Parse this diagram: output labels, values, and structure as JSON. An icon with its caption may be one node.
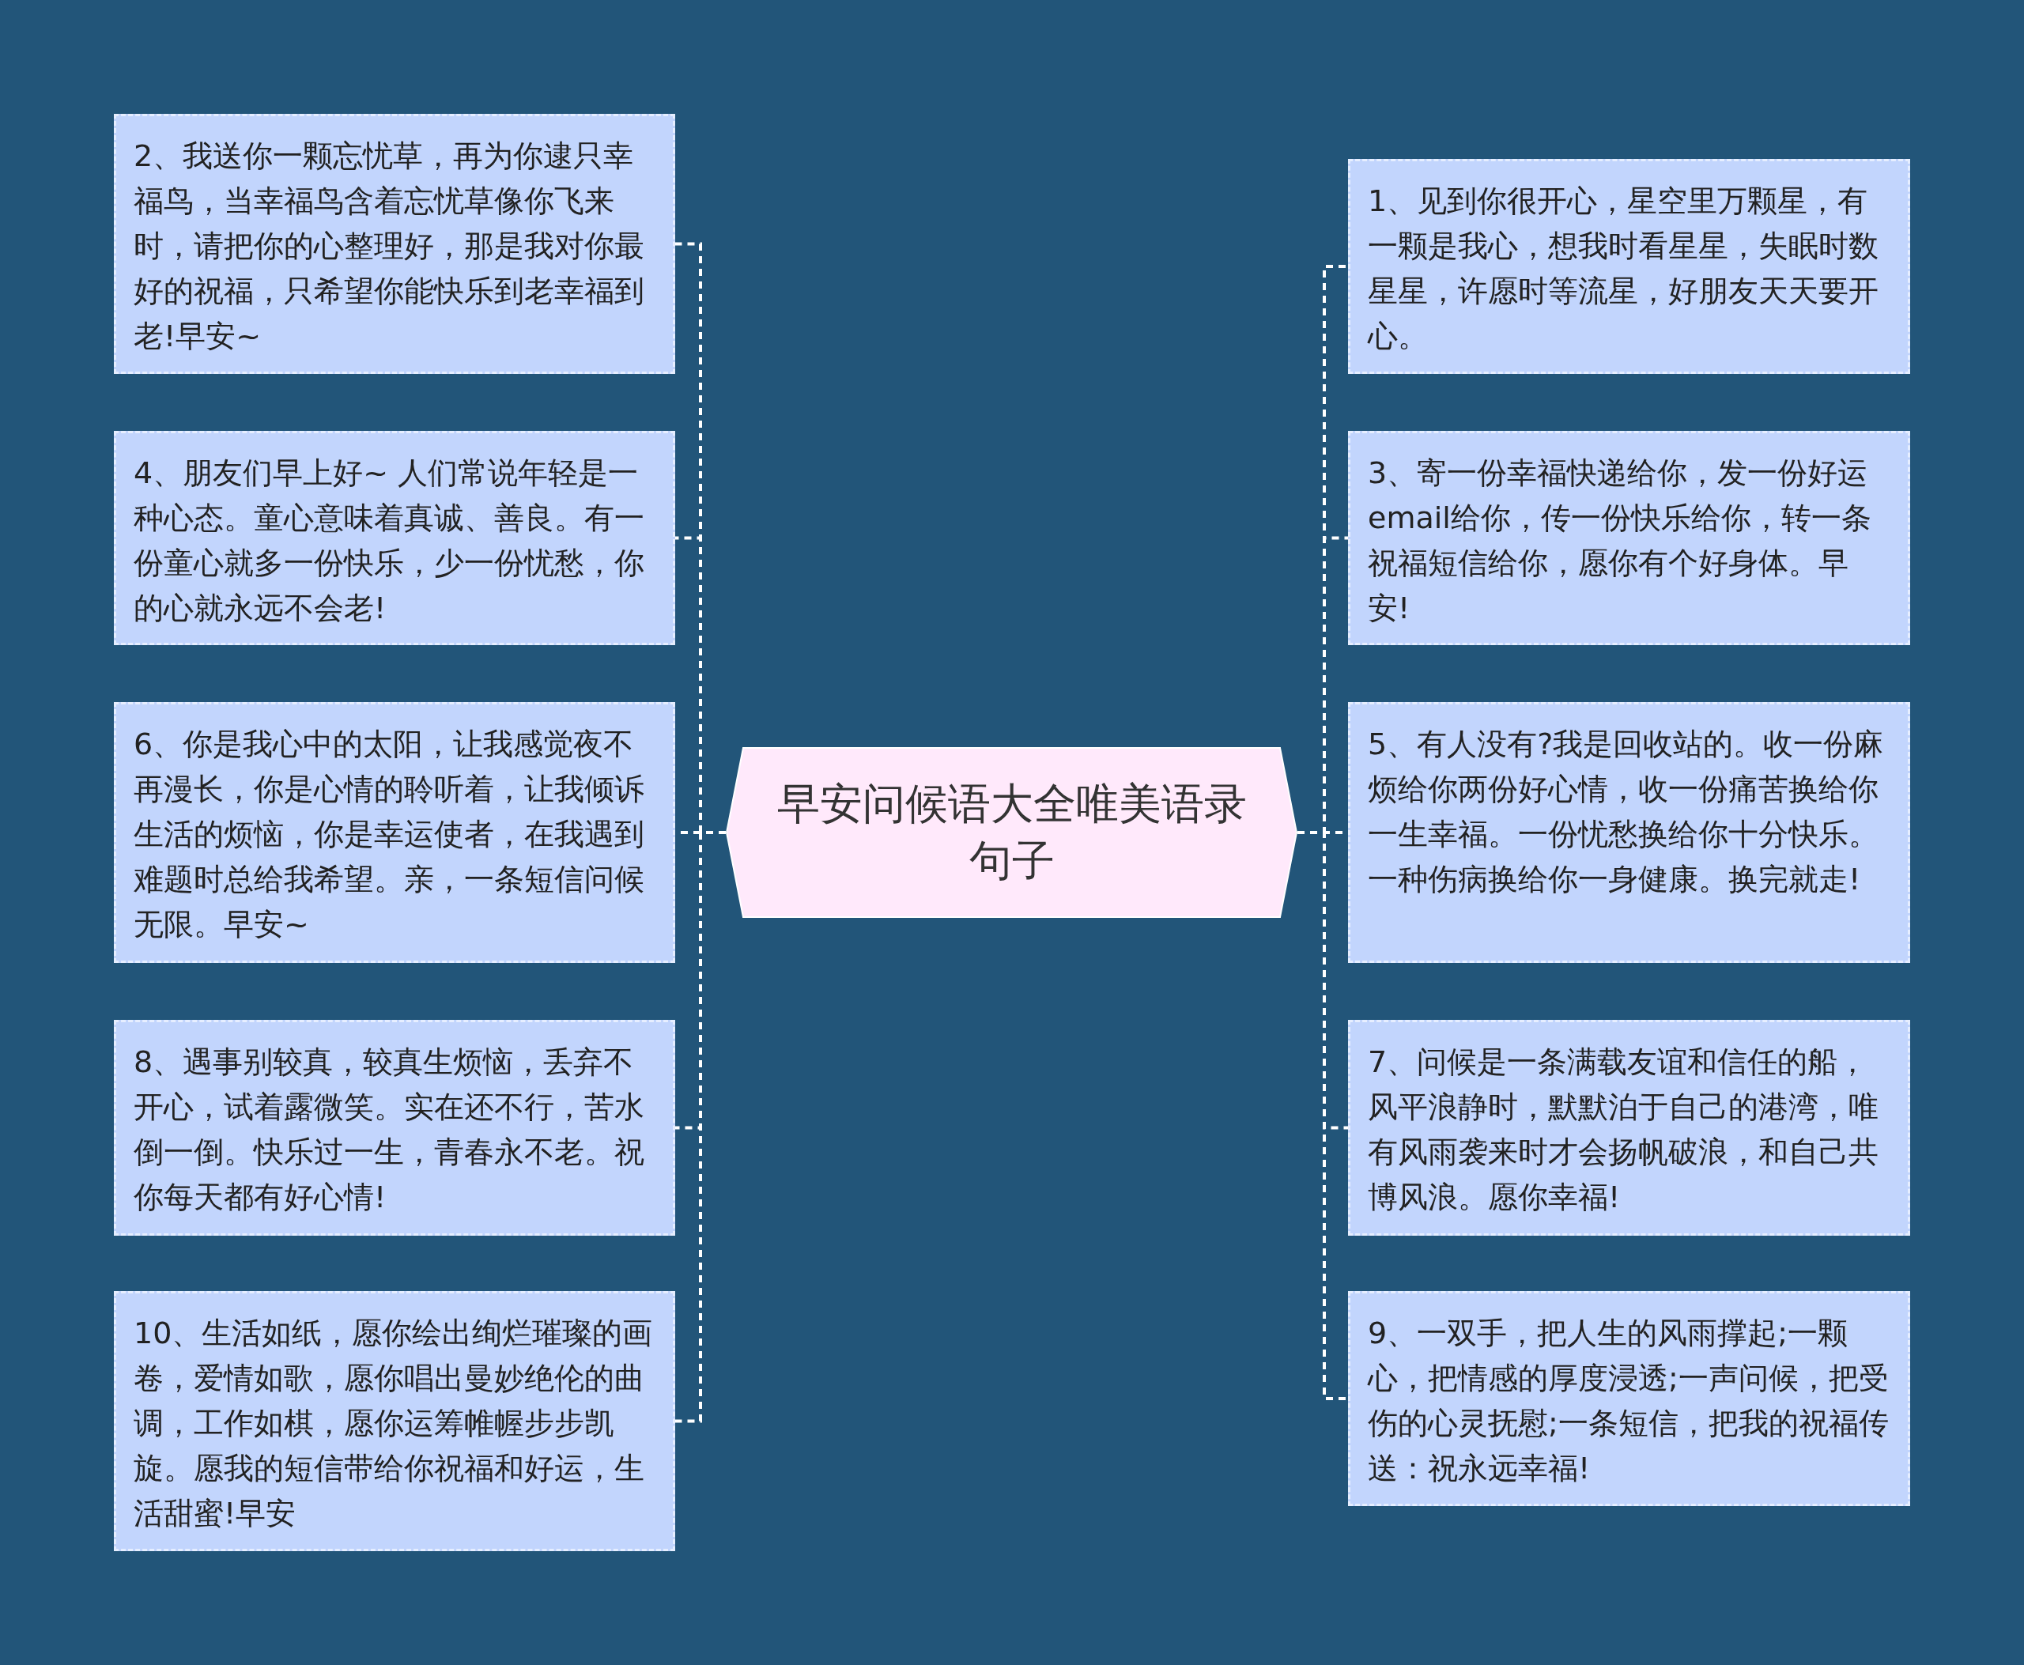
{
  "diagram": {
    "nodes": [
      {
        "text": [
          "早安问候语大全唯美语录句子"
        ]
      },
      {
        "text": [
          "1、见到你很开心，星空里万颗星，有一颗是我心，想我时看星星，失眠时数星星，许愿时等流星，好朋友天天要开心。"
        ]
      },
      {
        "text": [
          "2、我送你一颗忘忧草，再为你逮只幸福鸟，当幸福鸟含着忘忧草像你飞来时，请把你的心整理好，那是我对你最好的祝福，只希望你能快乐到老幸福到老!早安~"
        ]
      },
      {
        "text": [
          "3、寄一份幸福快递给你，发一份好运email给你，传一份快乐给你，转一条祝福短信给你，愿你有个好身体。早安!"
        ]
      },
      {
        "text": [
          "4、朋友们早上好~ 人们常说年轻是一种心态。童心意味着真诚、善良。有一份童心就多一份快乐，少一份忧愁，你的心就永远不会老!"
        ]
      },
      {
        "text": [
          "5、有人没有?我是回收站的。收一份麻烦给你两份好心情，收一份痛苦换给你一生幸福。一份忧愁换给你十分快乐。一种伤病换给你一身健康。换完就走!"
        ]
      },
      {
        "text": [
          "6、你是我心中的太阳，让我感觉夜不再漫长，你是心情的聆听着，让我倾诉生活的烦恼，你是幸运使者，在我遇到难题时总给我希望。亲，一条短信问候无限。早安~"
        ]
      },
      {
        "text": [
          "7、问候是一条满载友谊和信任的船，风平浪静时，默默泊于自己的港湾，唯有风雨袭来时才会扬帆破浪，和自己共博风浪。愿你幸福!"
        ]
      },
      {
        "text": [
          "8、遇事别较真，较真生烦恼，丢弃不开心，试着露微笑。实在还不行，苦水倒一倒。快乐过一生，青春永不老。祝你每天都有好心情!"
        ]
      },
      {
        "text": [
          "9、一双手，把人生的风雨撑起;一颗心，把情感的厚度浸透;一声问候，把受伤的心灵抚慰;一条短信，把我的祝福传送：祝永远幸福!"
        ]
      },
      {
        "text": [
          "10、生活如纸，愿你绘出绚烂璀璨的画卷，爱情如歌，愿你唱出曼妙绝伦的曲调，工作如棋，愿你运筹帷幄步步凯旋。愿我的短信带给你祝福和好运，生活甜蜜!早安"
        ]
      }
    ],
    "edges": [
      {
        "from": 0,
        "to": 1,
        "arrow": "none",
        "style": "dashed"
      },
      {
        "from": 0,
        "to": 2,
        "arrow": "none",
        "style": "dashed"
      },
      {
        "from": 0,
        "to": 3,
        "arrow": "none",
        "style": "dashed"
      },
      {
        "from": 0,
        "to": 4,
        "arrow": "none",
        "style": "dashed"
      },
      {
        "from": 0,
        "to": 5,
        "arrow": "none",
        "style": "dashed"
      },
      {
        "from": 0,
        "to": 6,
        "arrow": "none",
        "style": "dashed"
      },
      {
        "from": 0,
        "to": 7,
        "arrow": "none",
        "style": "dashed"
      },
      {
        "from": 0,
        "to": 8,
        "arrow": "none",
        "style": "dashed"
      },
      {
        "from": 0,
        "to": 9,
        "arrow": "none",
        "style": "dashed"
      },
      {
        "from": 0,
        "to": 10,
        "arrow": "none",
        "style": "dashed"
      }
    ]
  }
}
